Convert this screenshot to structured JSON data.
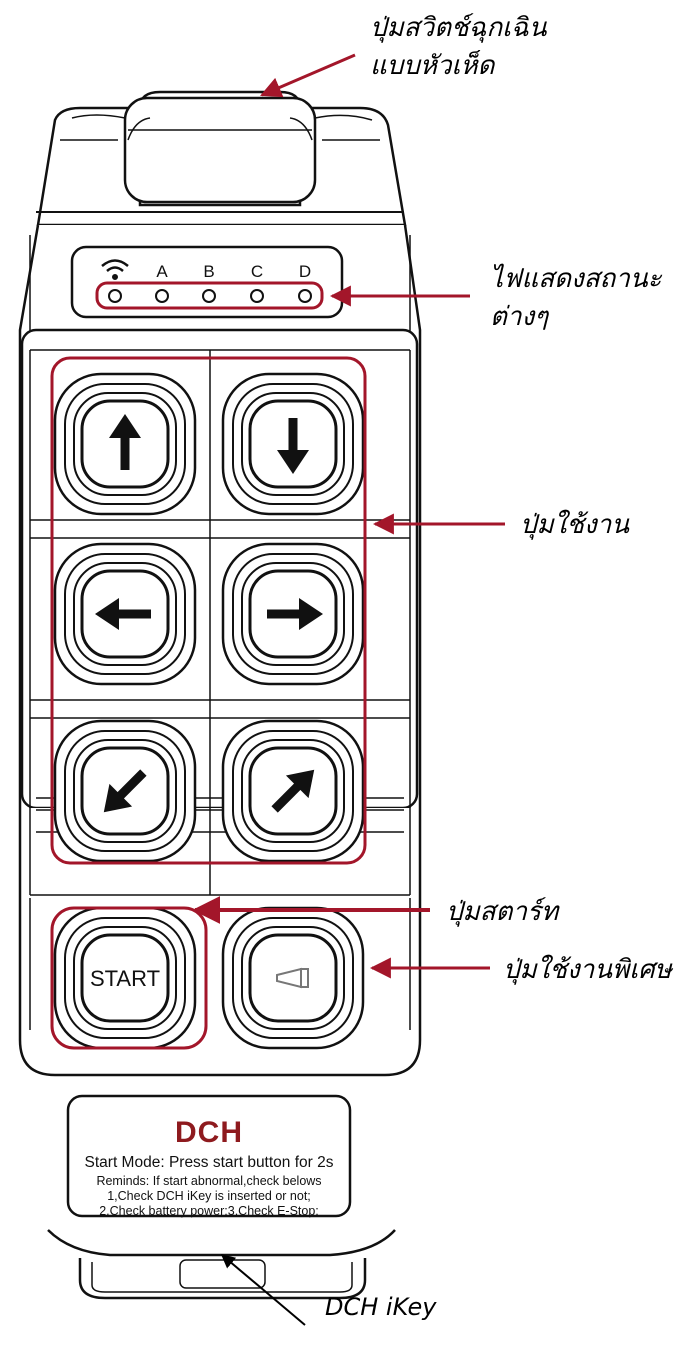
{
  "labels": {
    "emergency_stop": [
      "ปุ่มสวิตช์ฉุกเฉิน",
      "แบบหัวเห็ด"
    ],
    "status_lights": [
      "ไฟแสดงสถานะ",
      "ต่างๆ"
    ],
    "function_buttons": "ปุ่มใช้งาน",
    "start_button": "ปุ่มสตาร์ท",
    "special_button": "ปุ่มใช้งานพิเศษ",
    "ikey": "DCH iKey"
  },
  "leds": [
    "A",
    "B",
    "C",
    "D"
  ],
  "buttons": {
    "start": "START"
  },
  "panel": {
    "brand": "DCH",
    "line1": "Start Mode: Press start button for 2s",
    "line2": "Reminds:  If start abnormal,check belows",
    "line3": "1,Check DCH iKey is inserted or not;",
    "line4": "2,Check battery power;3,Check E-Stop;"
  },
  "colors": {
    "highlight": "#a3162a",
    "outline": "#111111"
  }
}
